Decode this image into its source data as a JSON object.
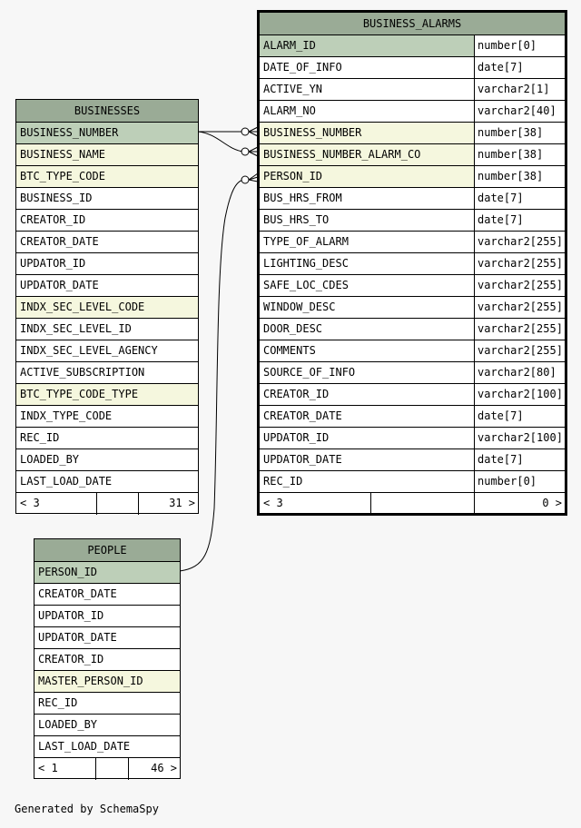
{
  "tables": {
    "business_alarms": {
      "name": "BUSINESS_ALARMS",
      "columns": [
        {
          "name": "ALARM_ID",
          "type": "number[0]",
          "kind": "pk"
        },
        {
          "name": "DATE_OF_INFO",
          "type": "date[7]",
          "kind": ""
        },
        {
          "name": "ACTIVE_YN",
          "type": "varchar2[1]",
          "kind": ""
        },
        {
          "name": "ALARM_NO",
          "type": "varchar2[40]",
          "kind": ""
        },
        {
          "name": "BUSINESS_NUMBER",
          "type": "number[38]",
          "kind": "fk"
        },
        {
          "name": "BUSINESS_NUMBER_ALARM_CO",
          "type": "number[38]",
          "kind": "fk"
        },
        {
          "name": "PERSON_ID",
          "type": "number[38]",
          "kind": "fk"
        },
        {
          "name": "BUS_HRS_FROM",
          "type": "date[7]",
          "kind": ""
        },
        {
          "name": "BUS_HRS_TO",
          "type": "date[7]",
          "kind": ""
        },
        {
          "name": "TYPE_OF_ALARM",
          "type": "varchar2[255]",
          "kind": ""
        },
        {
          "name": "LIGHTING_DESC",
          "type": "varchar2[255]",
          "kind": ""
        },
        {
          "name": "SAFE_LOC_CDES",
          "type": "varchar2[255]",
          "kind": ""
        },
        {
          "name": "WINDOW_DESC",
          "type": "varchar2[255]",
          "kind": ""
        },
        {
          "name": "DOOR_DESC",
          "type": "varchar2[255]",
          "kind": ""
        },
        {
          "name": "COMMENTS",
          "type": "varchar2[255]",
          "kind": ""
        },
        {
          "name": "SOURCE_OF_INFO",
          "type": "varchar2[80]",
          "kind": ""
        },
        {
          "name": "CREATOR_ID",
          "type": "varchar2[100]",
          "kind": ""
        },
        {
          "name": "CREATOR_DATE",
          "type": "date[7]",
          "kind": ""
        },
        {
          "name": "UPDATOR_ID",
          "type": "varchar2[100]",
          "kind": ""
        },
        {
          "name": "UPDATOR_DATE",
          "type": "date[7]",
          "kind": ""
        },
        {
          "name": "REC_ID",
          "type": "number[0]",
          "kind": ""
        }
      ],
      "footer": {
        "left": "< 3",
        "right": "0 >"
      }
    },
    "businesses": {
      "name": "BUSINESSES",
      "columns": [
        {
          "name": "BUSINESS_NUMBER",
          "kind": "pk"
        },
        {
          "name": "BUSINESS_NAME",
          "kind": "fk"
        },
        {
          "name": "BTC_TYPE_CODE",
          "kind": "fk"
        },
        {
          "name": "BUSINESS_ID",
          "kind": ""
        },
        {
          "name": "CREATOR_ID",
          "kind": ""
        },
        {
          "name": "CREATOR_DATE",
          "kind": ""
        },
        {
          "name": "UPDATOR_ID",
          "kind": ""
        },
        {
          "name": "UPDATOR_DATE",
          "kind": ""
        },
        {
          "name": "INDX_SEC_LEVEL_CODE",
          "kind": "fk"
        },
        {
          "name": "INDX_SEC_LEVEL_ID",
          "kind": ""
        },
        {
          "name": "INDX_SEC_LEVEL_AGENCY",
          "kind": ""
        },
        {
          "name": "ACTIVE_SUBSCRIPTION",
          "kind": ""
        },
        {
          "name": "BTC_TYPE_CODE_TYPE",
          "kind": "fk"
        },
        {
          "name": "INDX_TYPE_CODE",
          "kind": ""
        },
        {
          "name": "REC_ID",
          "kind": ""
        },
        {
          "name": "LOADED_BY",
          "kind": ""
        },
        {
          "name": "LAST_LOAD_DATE",
          "kind": ""
        }
      ],
      "footer": {
        "left": "< 3",
        "right": "31 >"
      }
    },
    "people": {
      "name": "PEOPLE",
      "columns": [
        {
          "name": "PERSON_ID",
          "kind": "pk"
        },
        {
          "name": "CREATOR_DATE",
          "kind": ""
        },
        {
          "name": "UPDATOR_ID",
          "kind": ""
        },
        {
          "name": "UPDATOR_DATE",
          "kind": ""
        },
        {
          "name": "CREATOR_ID",
          "kind": ""
        },
        {
          "name": "MASTER_PERSON_ID",
          "kind": "fk"
        },
        {
          "name": "REC_ID",
          "kind": ""
        },
        {
          "name": "LOADED_BY",
          "kind": ""
        },
        {
          "name": "LAST_LOAD_DATE",
          "kind": ""
        }
      ],
      "footer": {
        "left": "< 1",
        "right": "46 >"
      }
    }
  },
  "colors": {
    "header": "#9aab96",
    "primary_key": "#bdcfb8",
    "foreign_key": "#f5f7de"
  },
  "generated_by": "Generated by SchemaSpy"
}
